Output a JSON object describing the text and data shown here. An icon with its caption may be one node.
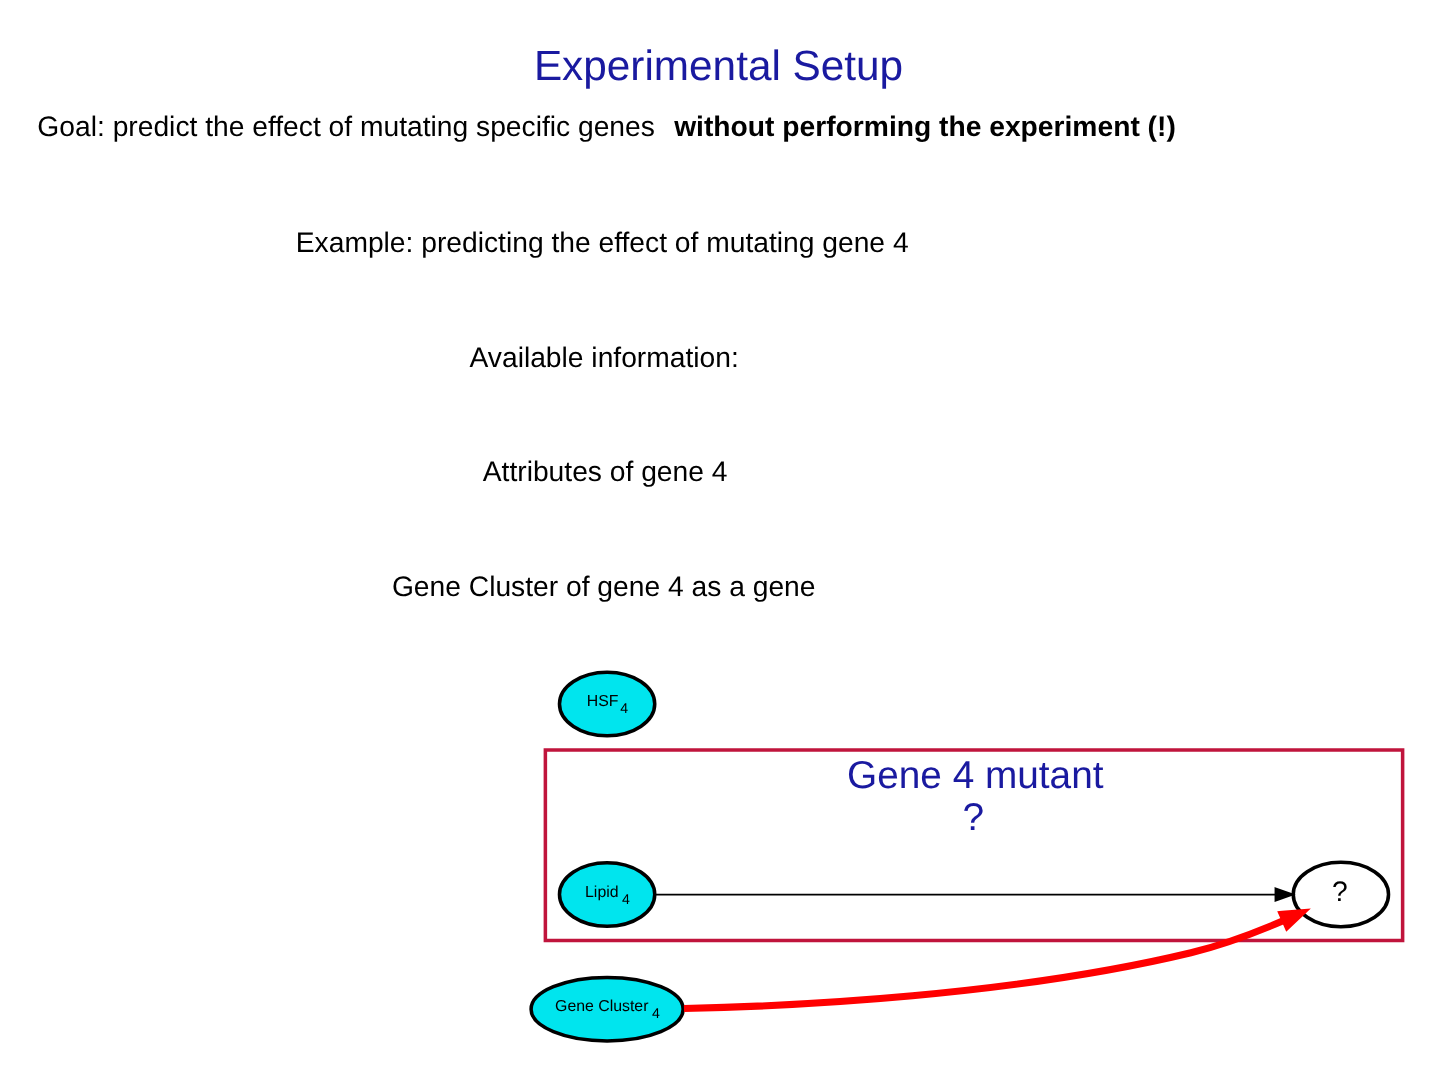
{
  "diagram": {
    "title": "Experimental Setup",
    "nodes": [
      {
        "text": [
          "Gene 4 mutant",
          "?"
        ]
      },
      {
        "text": [
          "Lipid$_{4}$"
        ],
        "in": 0
      },
      {
        "text": [
          "?"
        ],
        "in": 0
      },
      {
        "text": [
          "Gene Cluster$_{4}$"
        ]
      },
      {
        "text": [
          "HSF$_{4}$"
        ]
      }
    ],
    "edges": [
      {
        "from": 1,
        "to": 2,
        "arrow": "to"
      },
      {
        "from": 3,
        "to": 2,
        "arrow": "to",
        "style": "thick",
        "color": "#ff0000"
      }
    ],
    "labels": [
      "Goal: predict the effect of mutating specific genes **without performing the experiment (!)**",
      "Example: predicting the effect of mutating gene 4",
      "Available information:",
      "Attributes of gene 4",
      "Gene Cluster of gene 4 as a gene"
    ]
  }
}
